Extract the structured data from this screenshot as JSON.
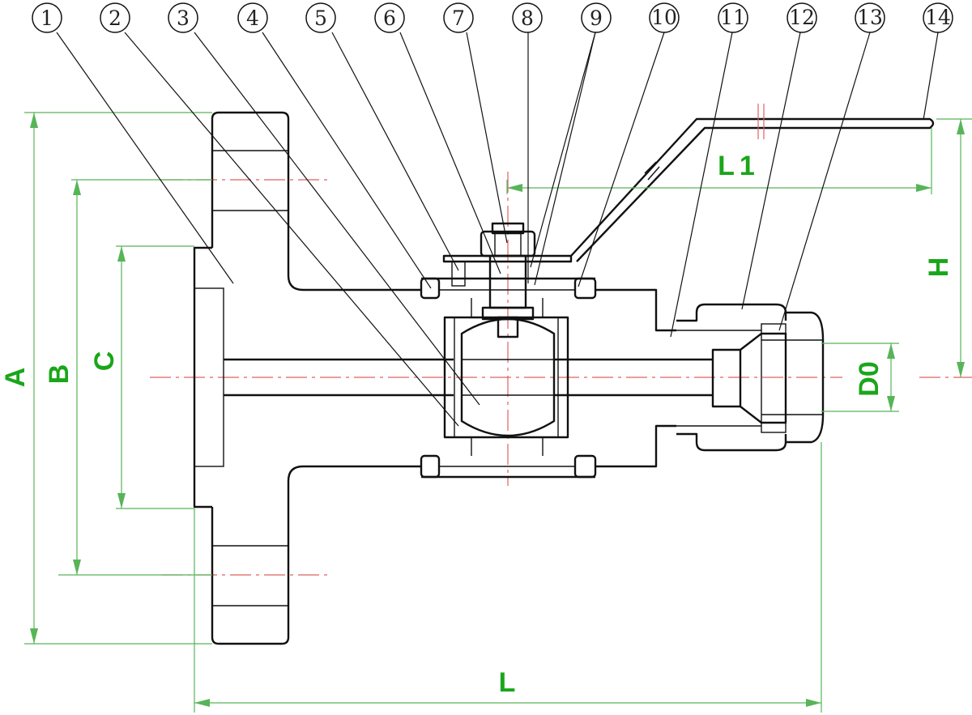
{
  "callouts": [
    "1",
    "2",
    "3",
    "4",
    "5",
    "6",
    "7",
    "8",
    "9",
    "10",
    "11",
    "12",
    "13",
    "14"
  ],
  "dimensions": {
    "A": "A",
    "B": "B",
    "C": "C",
    "L": "L",
    "L1": "L1",
    "H": "H",
    "D0": "D0"
  },
  "colors": {
    "dimension": "#58b458",
    "dimension_text": "#1aa61a",
    "centerline": "#e06060",
    "outline": "#111111"
  }
}
